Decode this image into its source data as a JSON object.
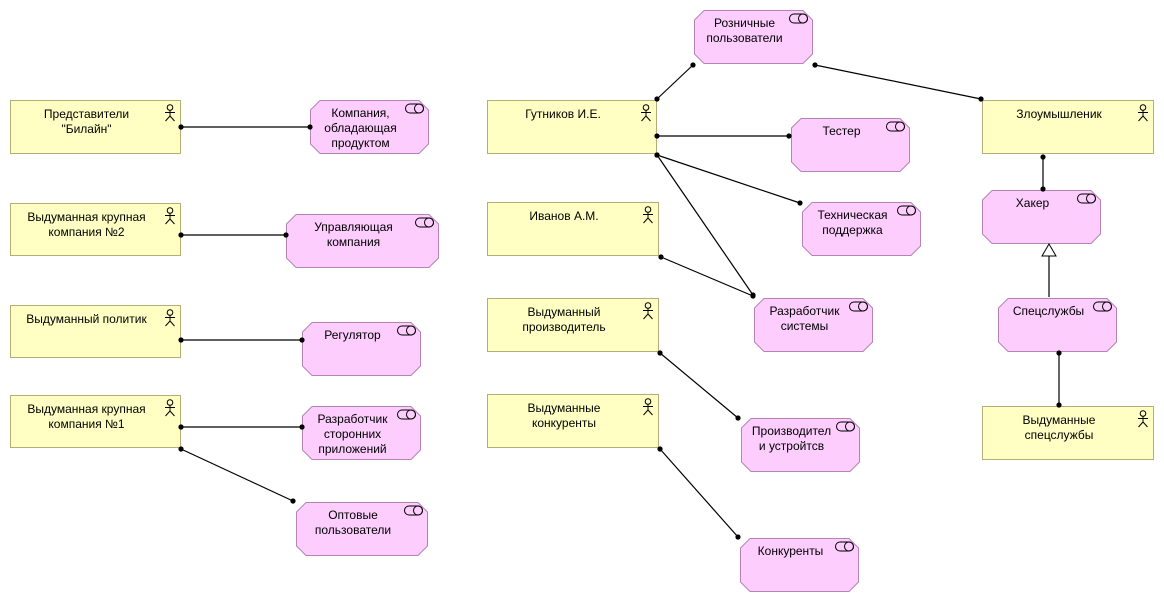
{
  "diagram": {
    "type": "ArchiMate business actors and roles",
    "colors": {
      "actor_fill": "#ffffc4",
      "actor_border": "#b3ae78",
      "role_fill": "#fdcdfd",
      "role_border": "#b584b5",
      "line": "#000000"
    },
    "actors": [
      {
        "id": "a1",
        "label": "Представители\n\"Билайн\""
      },
      {
        "id": "a2",
        "label": "Выдуманная крупная\nкомпания №2"
      },
      {
        "id": "a3",
        "label": "Выдуманный политик"
      },
      {
        "id": "a4",
        "label": "Выдуманная крупная\nкомпания №1"
      },
      {
        "id": "a5",
        "label": "Гутников И.Е."
      },
      {
        "id": "a6",
        "label": "Иванов А.М."
      },
      {
        "id": "a7",
        "label": "Выдуманный\nпроизводитель"
      },
      {
        "id": "a8",
        "label": "Выдуманные\nконкуренты"
      },
      {
        "id": "a9",
        "label": "Злоумышленик"
      },
      {
        "id": "a10",
        "label": "Выдуманные\nспецслужбы"
      }
    ],
    "roles": [
      {
        "id": "r1",
        "label": "Компания,\nобладающая\nпродуктом"
      },
      {
        "id": "r2",
        "label": "Управляющая\nкомпания"
      },
      {
        "id": "r3",
        "label": "Регулятор"
      },
      {
        "id": "r4",
        "label": "Разработчик\nсторонних\nприложений"
      },
      {
        "id": "r5",
        "label": "Оптовые\nпользователи"
      },
      {
        "id": "r6",
        "label": "Розничные\nпользователи"
      },
      {
        "id": "r7",
        "label": "Тестер"
      },
      {
        "id": "r8",
        "label": "Техническая\nподдержка"
      },
      {
        "id": "r9",
        "label": "Разработчик\nсистемы"
      },
      {
        "id": "r10",
        "label": "Производител\nи устройтсв"
      },
      {
        "id": "r11",
        "label": "Конкуренты"
      },
      {
        "id": "r12",
        "label": "Хакер"
      },
      {
        "id": "r13",
        "label": "Спецслужбы"
      }
    ],
    "relations": [
      {
        "from": "a1",
        "to": "r1",
        "type": "assignment"
      },
      {
        "from": "a2",
        "to": "r2",
        "type": "assignment"
      },
      {
        "from": "a3",
        "to": "r3",
        "type": "assignment"
      },
      {
        "from": "a4",
        "to": "r4",
        "type": "assignment"
      },
      {
        "from": "a4",
        "to": "r5",
        "type": "assignment"
      },
      {
        "from": "a5",
        "to": "r6",
        "type": "assignment"
      },
      {
        "from": "a5",
        "to": "r7",
        "type": "assignment"
      },
      {
        "from": "a5",
        "to": "r8",
        "type": "assignment"
      },
      {
        "from": "a5",
        "to": "r9",
        "type": "assignment"
      },
      {
        "from": "a6",
        "to": "r9",
        "type": "assignment"
      },
      {
        "from": "a7",
        "to": "r10",
        "type": "assignment"
      },
      {
        "from": "a8",
        "to": "r11",
        "type": "assignment"
      },
      {
        "from": "r6",
        "to": "a9",
        "type": "assignment"
      },
      {
        "from": "a9",
        "to": "r12",
        "type": "assignment"
      },
      {
        "from": "r13",
        "to": "r12",
        "type": "specialization"
      },
      {
        "from": "a10",
        "to": "r13",
        "type": "assignment"
      }
    ]
  }
}
